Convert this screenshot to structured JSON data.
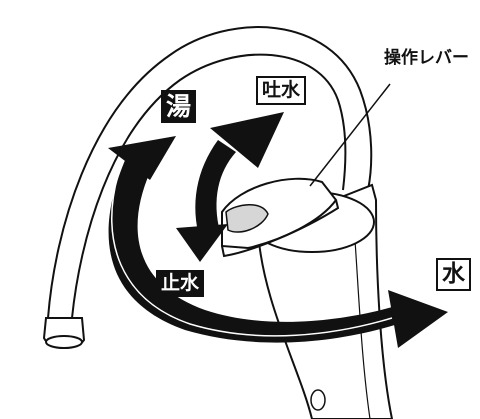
{
  "labels": {
    "operation_lever": "操作レバー",
    "spout_water": "吐水",
    "hot_water": "湯",
    "stop_water": "止水",
    "cold_water": "水"
  },
  "colors": {
    "line": "#111111",
    "arrow_fill": "#111111",
    "background": "#ffffff"
  }
}
